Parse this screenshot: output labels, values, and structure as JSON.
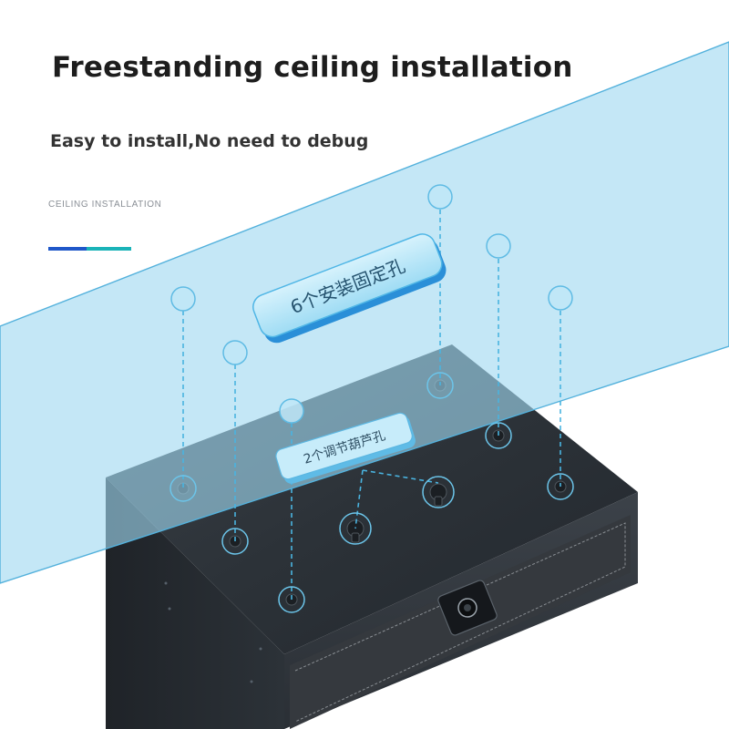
{
  "heading": {
    "title": "Freestanding ceiling installation",
    "subtitle": "Easy to install,No need to debug",
    "section_label": "CEILING INSTALLATION"
  },
  "callouts": {
    "mounting_holes": "6个安装固定孔",
    "adjustment_holes": "2个调节葫芦孔"
  },
  "colors": {
    "ceiling_band": "#bfe6f5",
    "ceiling_edge": "#4fb0dc",
    "marker": "#6cc2e8",
    "accent_blue": "#1f57c9",
    "accent_teal": "#1ab3b8",
    "safe_body": "#2b3138"
  },
  "icons": {
    "lock": "fingerprint-lock-icon",
    "hole": "keyhole-icon"
  }
}
